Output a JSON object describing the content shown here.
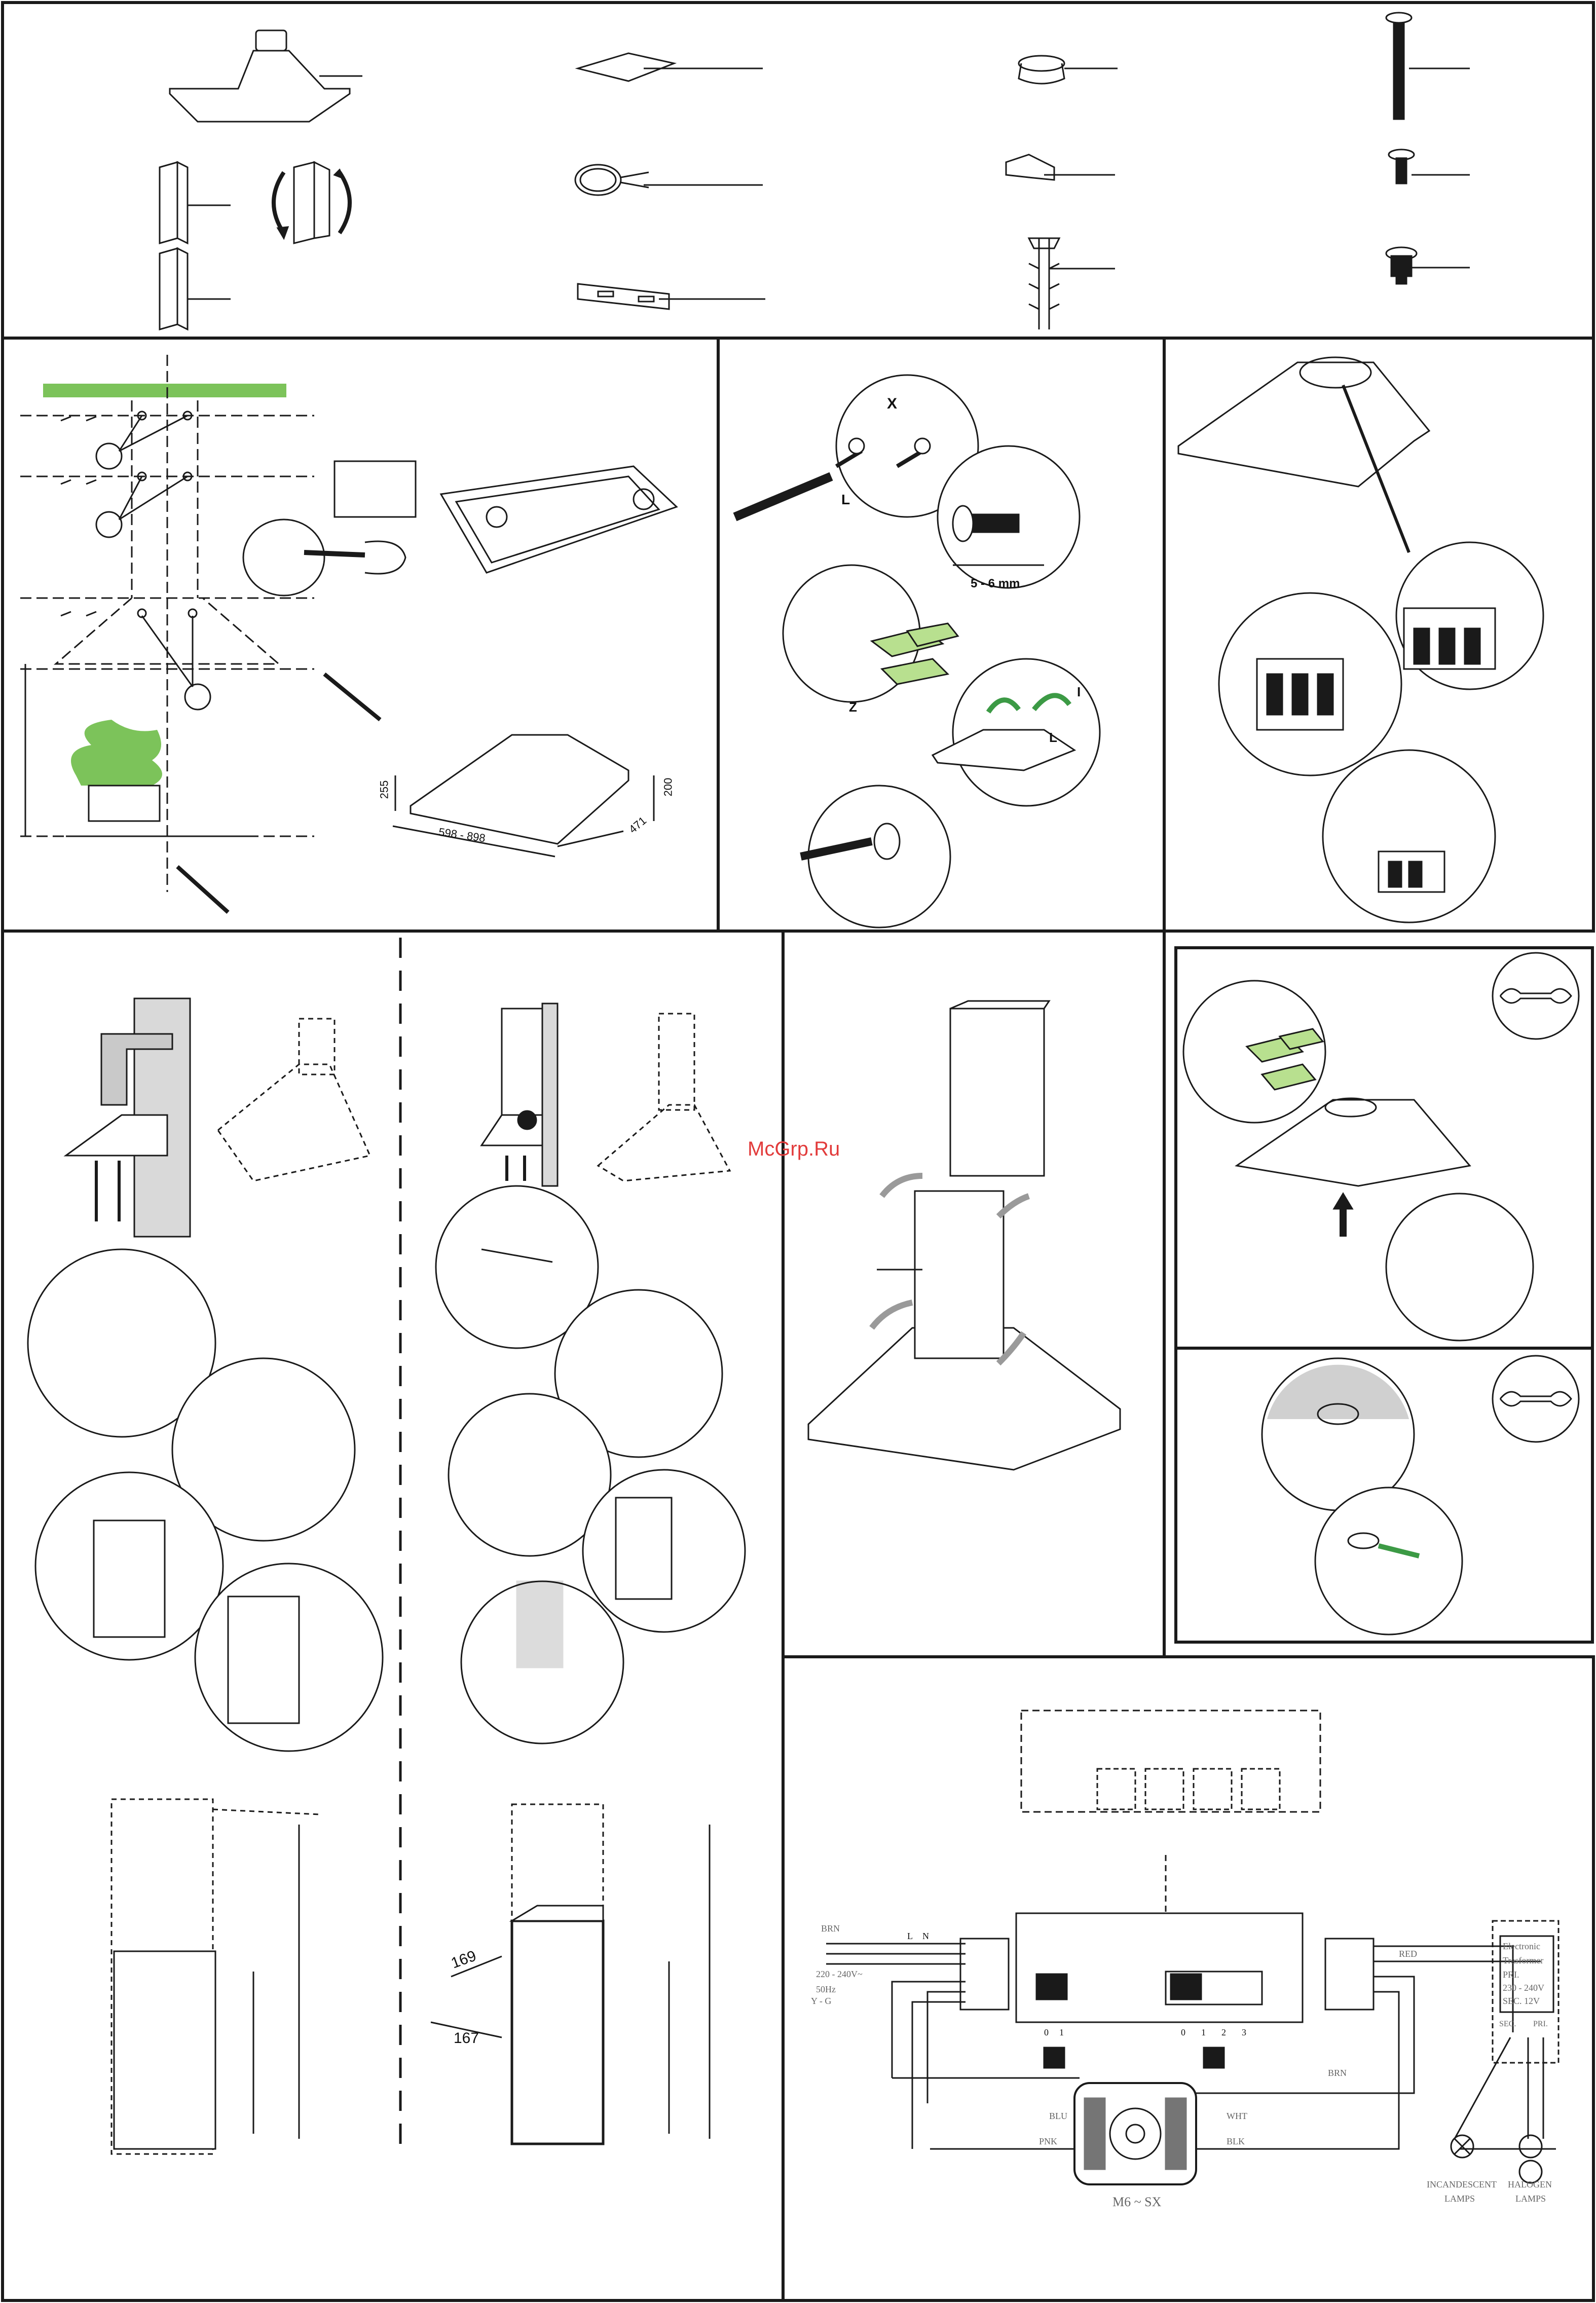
{
  "watermark": "McGrp.Ru",
  "install": {
    "labels": {
      "x": "X",
      "l": "L",
      "gap": "5 - 6 mm",
      "z": "Z",
      "l_right": "L",
      "i": "I"
    }
  },
  "dimensions": {
    "hood_height": "200",
    "hood_depth": "471",
    "hood_width": "598 - 898",
    "hood_h2": "255",
    "duct_w1": "169",
    "duct_w2": "167"
  },
  "wiring": {
    "terminals_left": [
      "L",
      "N"
    ],
    "supply": [
      "220 - 240V~",
      "50Hz"
    ],
    "ground": "Y - G",
    "colors": [
      "BRN",
      "BLU",
      "WHT",
      "RED",
      "BLK",
      "PNK",
      "BRN"
    ],
    "switch_light": [
      "0",
      "1"
    ],
    "switch_motor": [
      "0",
      "1",
      "2",
      "3"
    ],
    "motor": "M6 ~ SX",
    "transformer": [
      "Electronic",
      "Trasformer",
      "PRI.",
      "230 - 240V",
      "SEC. 12V"
    ],
    "sec_pri": [
      "SEC.",
      "PRI."
    ],
    "lamps_incandescent": [
      "INCANDESCENT",
      "LAMPS"
    ],
    "lamps_halogen": [
      "HALOGEN",
      "LAMPS"
    ]
  },
  "colors": {
    "line": "#1a1a1a",
    "green_accent": "#7cc35a",
    "grey_fill": "#c9c9c9",
    "watermark": "#e23b3b"
  }
}
